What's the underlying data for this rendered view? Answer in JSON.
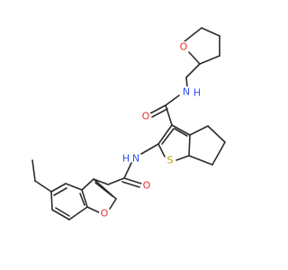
{
  "molecule": {
    "atoms": [
      {
        "id": "O_thf",
        "label": "O",
        "color": "#e8322f"
      },
      {
        "id": "N_amide_top",
        "label": "N",
        "color": "#3050f8"
      },
      {
        "id": "H_amide_top",
        "label": "H",
        "color": "#3050f8"
      },
      {
        "id": "O_carbonyl_top",
        "label": "O",
        "color": "#e8322f"
      },
      {
        "id": "N_amide_mid",
        "label": "N",
        "color": "#3050f8"
      },
      {
        "id": "H_amide_mid",
        "label": "H",
        "color": "#3050f8"
      },
      {
        "id": "S_thiophene",
        "label": "S",
        "color": "#b8a000"
      },
      {
        "id": "O_carbonyl_mid",
        "label": "O",
        "color": "#e8322f"
      },
      {
        "id": "O_furan",
        "label": "O",
        "color": "#e8322f"
      }
    ]
  }
}
